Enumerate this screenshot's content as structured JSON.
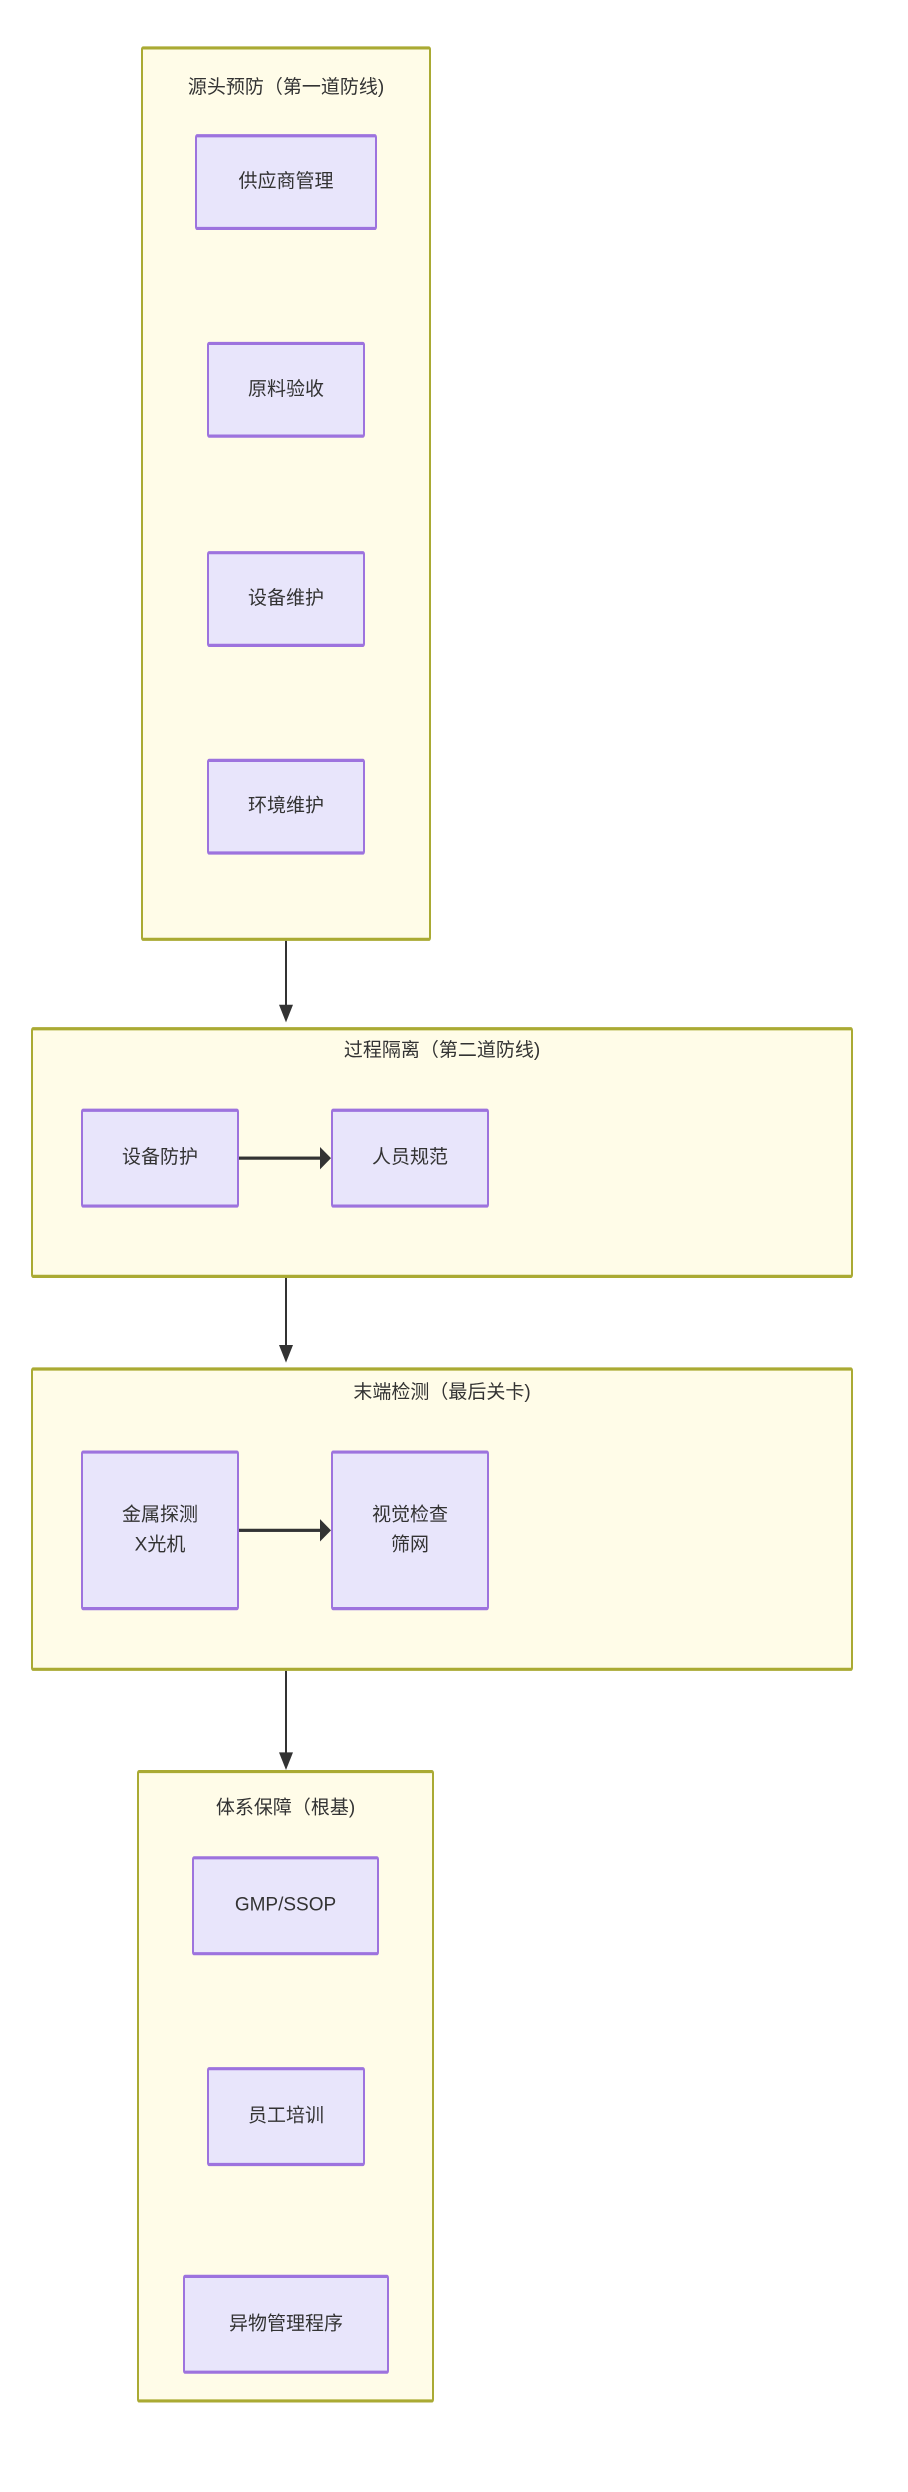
{
  "diagram": {
    "type": "flowchart",
    "direction": "top-to-bottom",
    "background_color": "#ffffff",
    "cluster_fill": "#fffce8",
    "cluster_stroke": "#aaaa33",
    "node_fill": "#e8e5fb",
    "node_stroke": "#9d73de",
    "text_color": "#333333",
    "edge_color": "#333333"
  },
  "clusters": [
    {
      "id": "cluster-source-prevention",
      "title": "源头预防（第一道防线)",
      "nodes": [
        {
          "id": "node-supplier-management",
          "label": "供应商管理"
        },
        {
          "id": "node-raw-material-acceptance",
          "label": "原料验收"
        },
        {
          "id": "node-equipment-maintenance",
          "label": "设备维护"
        },
        {
          "id": "node-environment-maintenance",
          "label": "环境维护"
        }
      ]
    },
    {
      "id": "cluster-process-isolation",
      "title": "过程隔离（第二道防线)",
      "nodes": [
        {
          "id": "node-equipment-protection",
          "label": "设备防护"
        },
        {
          "id": "node-personnel-standards",
          "label": "人员规范"
        }
      ]
    },
    {
      "id": "cluster-terminal-detection",
      "title": "末端检测（最后关卡)",
      "nodes": [
        {
          "id": "node-metal-detection-xray",
          "label": "金属探测\nX光机"
        },
        {
          "id": "node-visual-inspection-screen",
          "label": "视觉检查\n筛网"
        }
      ]
    },
    {
      "id": "cluster-system-assurance",
      "title": "体系保障（根基)",
      "nodes": [
        {
          "id": "node-gmp-ssop",
          "label": "GMP/SSOP"
        },
        {
          "id": "node-staff-training",
          "label": "员工培训"
        },
        {
          "id": "node-foreign-matter-program",
          "label": "异物管理程序"
        }
      ]
    }
  ],
  "edges": [
    {
      "id": "edge-source-to-process",
      "from": "cluster-source-prevention",
      "to": "cluster-process-isolation",
      "orientation": "vertical"
    },
    {
      "id": "edge-equipment-to-personnel",
      "from": "node-equipment-protection",
      "to": "node-personnel-standards",
      "orientation": "horizontal"
    },
    {
      "id": "edge-process-to-terminal",
      "from": "cluster-process-isolation",
      "to": "cluster-terminal-detection",
      "orientation": "vertical"
    },
    {
      "id": "edge-metal-to-visual",
      "from": "node-metal-detection-xray",
      "to": "node-visual-inspection-screen",
      "orientation": "horizontal"
    },
    {
      "id": "edge-terminal-to-system",
      "from": "cluster-terminal-detection",
      "to": "cluster-system-assurance",
      "orientation": "vertical"
    }
  ]
}
